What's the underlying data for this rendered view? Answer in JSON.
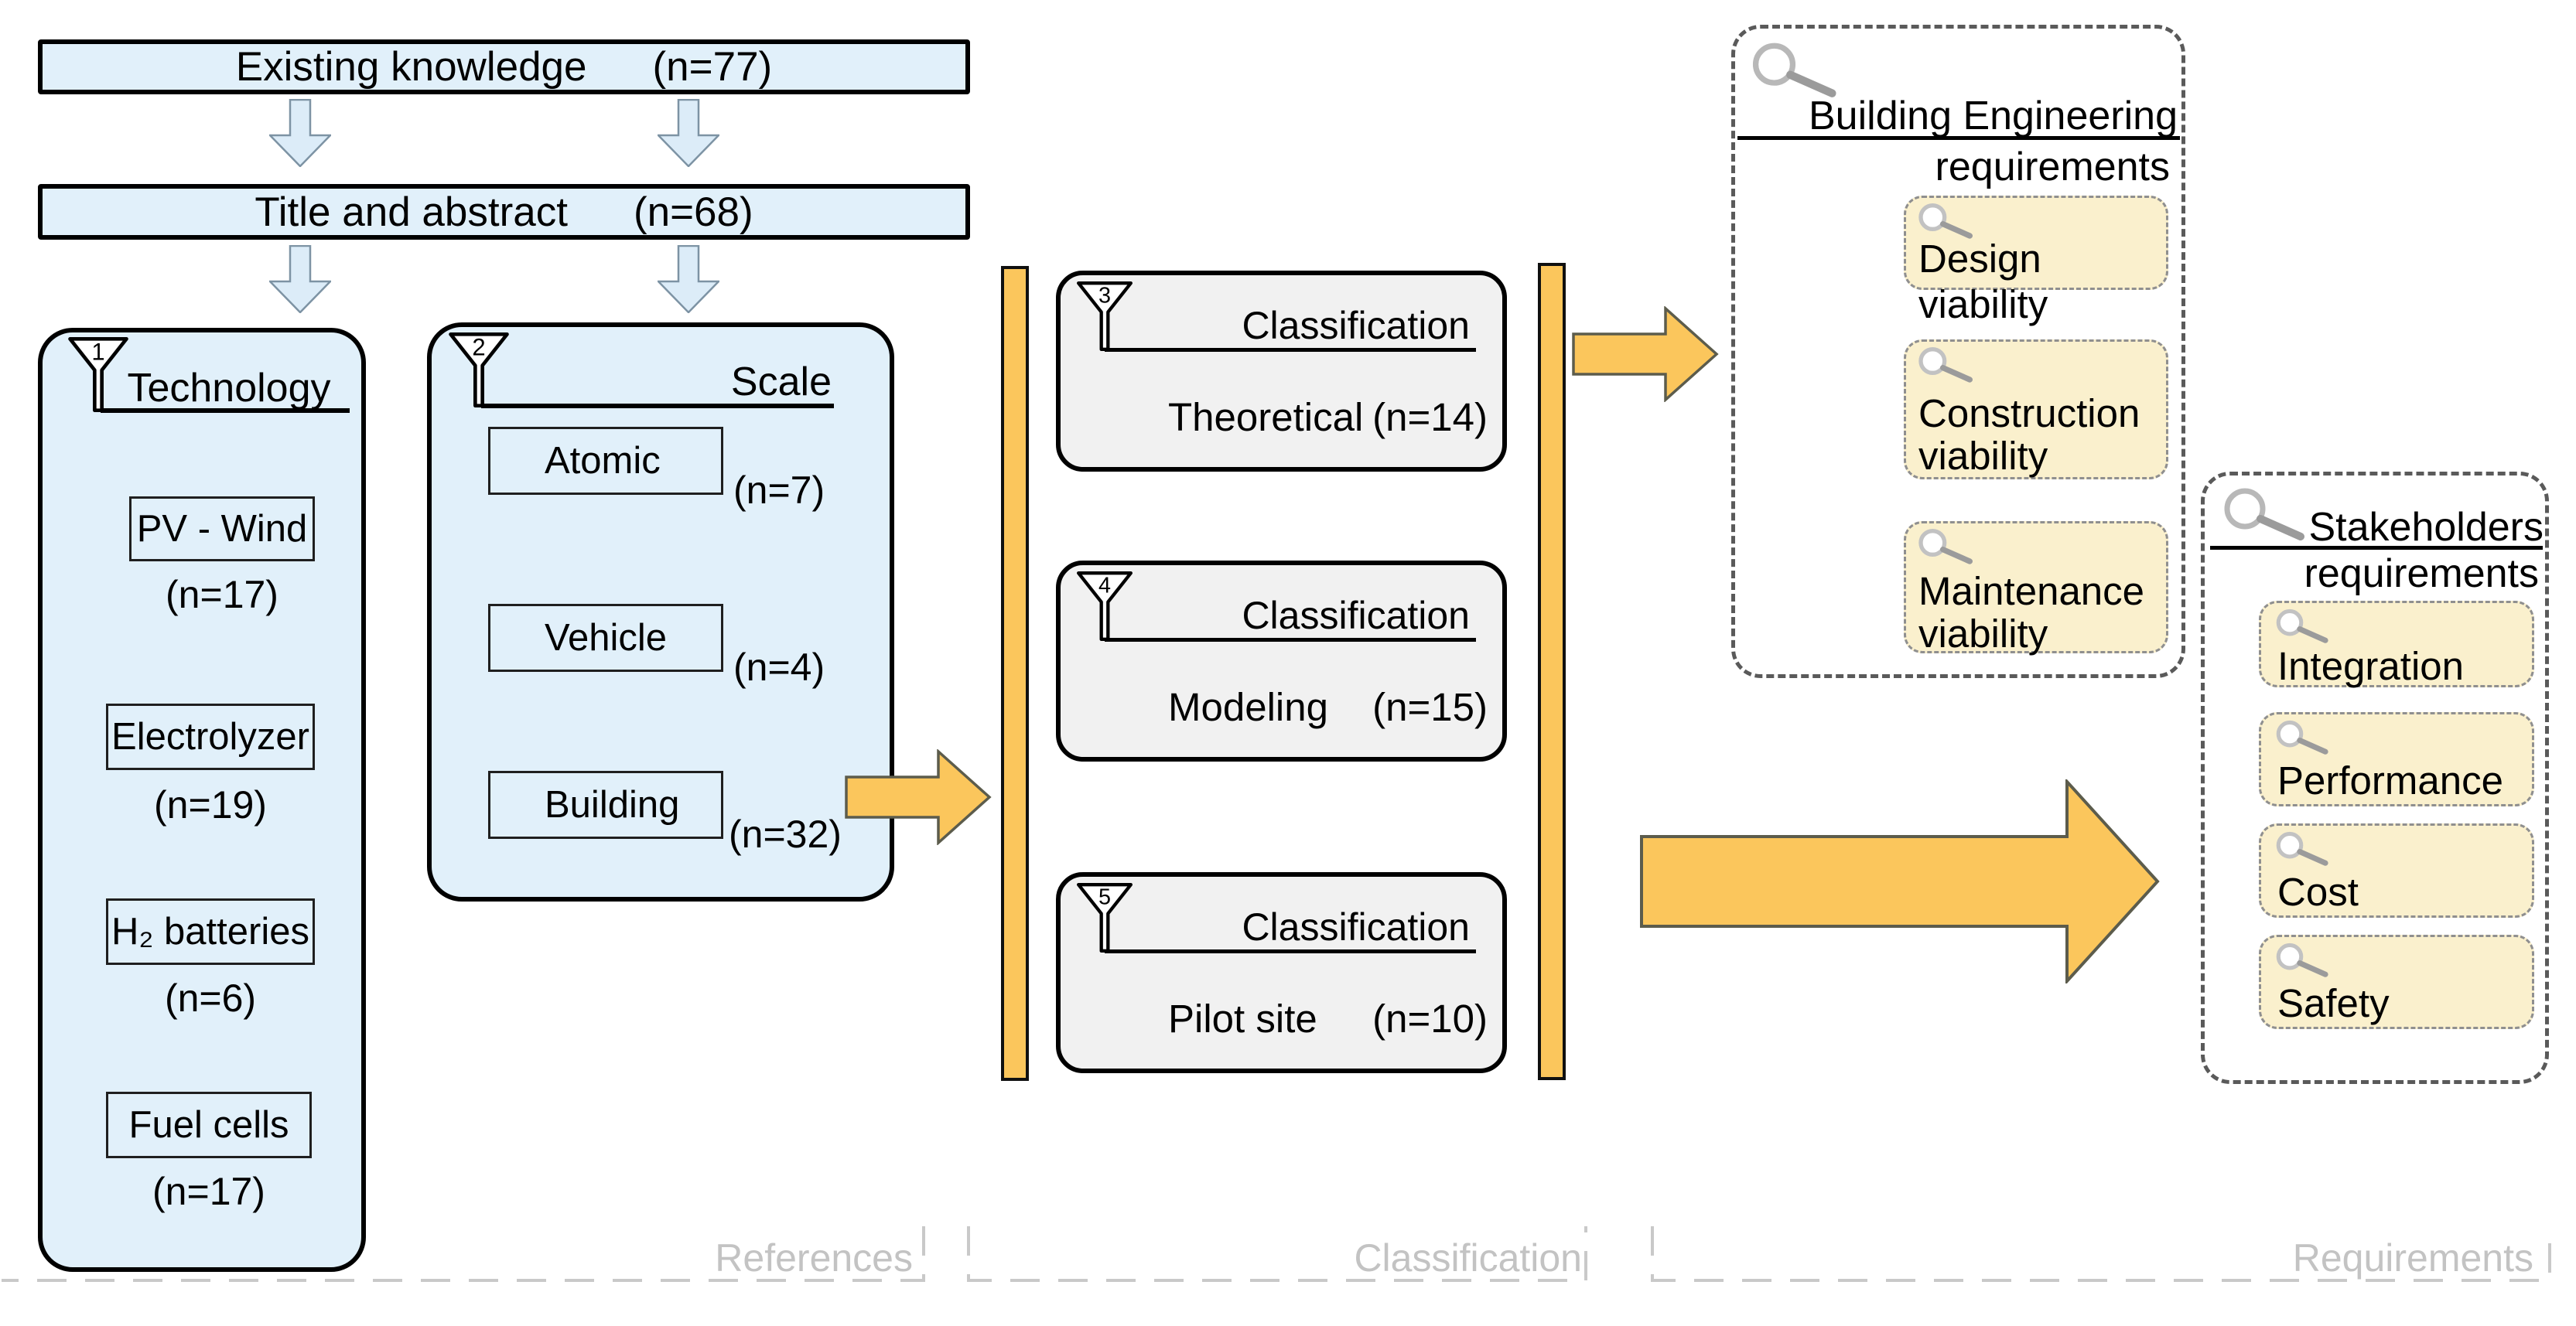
{
  "pipeline": {
    "existing": {
      "label": "Existing knowledge",
      "count": "(n=77)"
    },
    "title_abstract": {
      "label": "Title and abstract",
      "count": "(n=68)"
    }
  },
  "filters": {
    "technology": {
      "number": "1",
      "title": "Technology",
      "items": [
        {
          "label": "PV - Wind",
          "count": "(n=17)"
        },
        {
          "label": "Electrolyzer",
          "count": "(n=19)"
        },
        {
          "label": "H₂ batteries",
          "count": "(n=6)"
        },
        {
          "label": "Fuel cells",
          "count": "(n=17)"
        }
      ]
    },
    "scale": {
      "number": "2",
      "title": "Scale",
      "items": [
        {
          "label": "Atomic",
          "count": "(n=7)"
        },
        {
          "label": "Vehicle",
          "count": "(n=4)"
        },
        {
          "label": "Building",
          "count": "(n=32)"
        }
      ]
    }
  },
  "classifications": [
    {
      "number": "3",
      "title": "Classification",
      "label": "Theoretical",
      "count": "(n=14)"
    },
    {
      "number": "4",
      "title": "Classification",
      "label": "Modeling",
      "count": "(n=15)"
    },
    {
      "number": "5",
      "title": "Classification",
      "label": "Pilot site",
      "count": "(n=10)"
    }
  ],
  "requirements": {
    "building": {
      "title_line1": "Building Engineering",
      "title_line2": "requirements",
      "items": [
        {
          "line1": "Design viability",
          "line2": ""
        },
        {
          "line1": "Construction",
          "line2": "viability"
        },
        {
          "line1": "Maintenance",
          "line2": "viability"
        }
      ]
    },
    "stakeholders": {
      "title_line1": "Stakeholders",
      "title_line2": "requirements",
      "items": [
        {
          "label": "Integration"
        },
        {
          "label": "Performance"
        },
        {
          "label": "Cost"
        },
        {
          "label": "Safety"
        }
      ]
    }
  },
  "regions": [
    {
      "label": "References"
    },
    {
      "label": "Classification"
    },
    {
      "label": "Requirements"
    }
  ],
  "icons": {
    "filter": "funnel-icon",
    "search": "magnifier-icon",
    "flow_down": "down-arrow-icon",
    "flow_right": "right-arrow-icon"
  },
  "colors": {
    "light_blue": "#e1f0fa",
    "cream": "#faf0cd",
    "orange": "#fbc65c",
    "card_gray": "#f1f1f1",
    "dash_gray": "#5a5a5a",
    "region_gray": "#c3c3c3"
  }
}
